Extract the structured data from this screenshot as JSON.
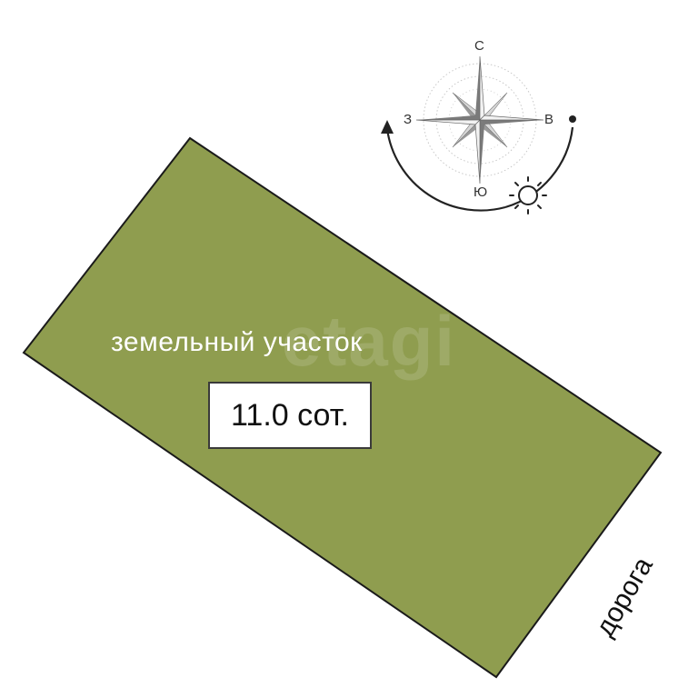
{
  "plot": {
    "label": "земельный участок",
    "area": "11.0 сот.",
    "fill": "#8f9d4f",
    "stroke": "#1a1a1a"
  },
  "road": {
    "label": "дорога"
  },
  "compass": {
    "north": "С",
    "south": "Ю",
    "east": "В",
    "west": "З"
  },
  "icons": {
    "compass": "compass-rose-icon",
    "sun": "sun-icon",
    "sun_path": "sun-path-arc"
  },
  "watermark": {
    "text": "etagi"
  }
}
